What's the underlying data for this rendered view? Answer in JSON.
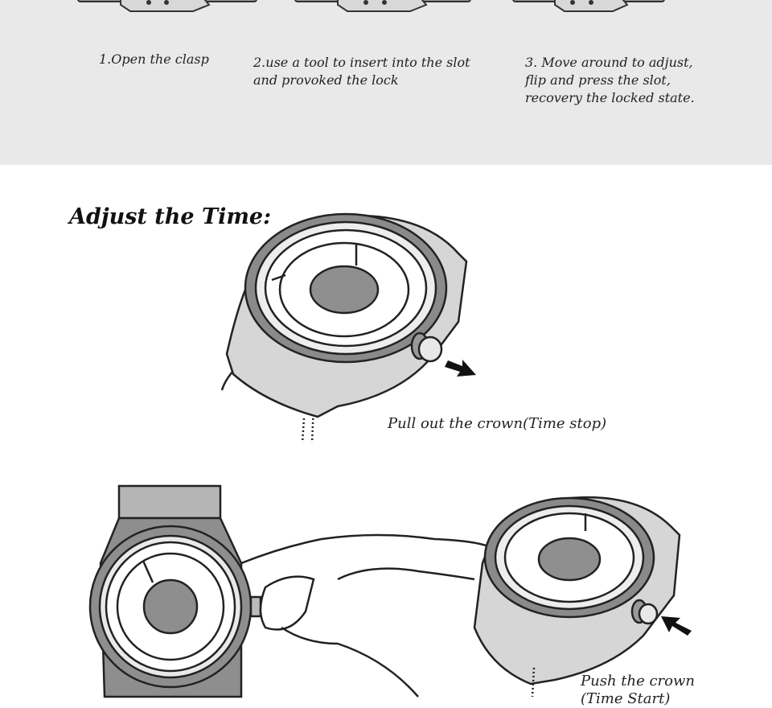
{
  "steps": [
    {
      "text": "1.Open the clasp"
    },
    {
      "text": "2.use a tool to insert into the slot\nand provoked the lock"
    },
    {
      "text": "3. Move around to adjust,\nflip and press the slot,\nrecovery the locked state."
    }
  ],
  "adjust": {
    "title": "Adjust the Time:",
    "pull_caption": "Pull out the crown(Time stop)",
    "push_caption": "Push the crown\n(Time Start)"
  }
}
